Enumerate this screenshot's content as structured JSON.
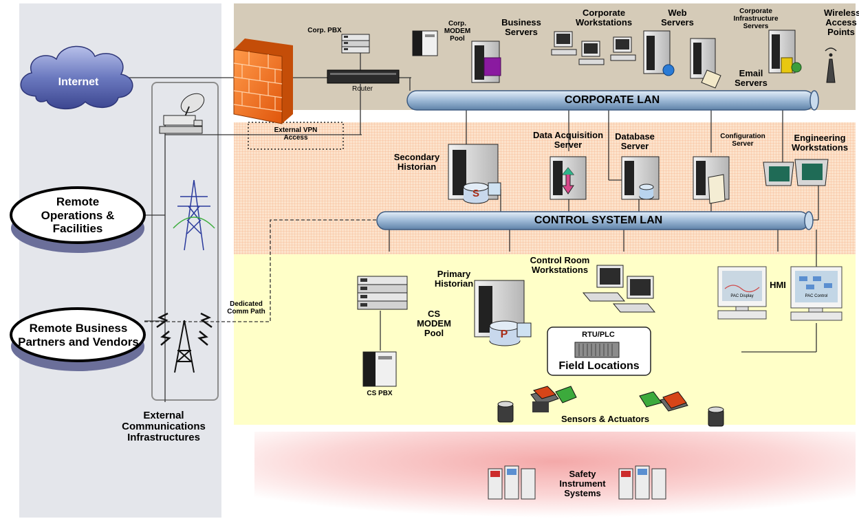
{
  "zones": {
    "external_infra_label": "External Communications Infrastructures"
  },
  "lans": {
    "corporate": "CORPORATE LAN",
    "control": "CONTROL SYSTEM LAN"
  },
  "external": {
    "internet": "Internet",
    "remote_ops": "Remote Operations & Facilities",
    "remote_partners": "Remote Business Partners and Vendors"
  },
  "corporate": {
    "corp_pbx": "Corp. PBX",
    "corp_modem_pool": "Corp. MODEM Pool",
    "business_servers": "Business Servers",
    "corporate_workstations": "Corporate Workstations",
    "web_servers": "Web Servers",
    "corporate_infrastructure_servers": "Corporate Infrastructure Servers",
    "wireless_access_points": "Wireless Access Points",
    "email_servers": "Email Servers",
    "router": "Router",
    "external_vpn_access": "External VPN Access"
  },
  "dmz": {
    "secondary_historian": "Secondary Historian",
    "data_acquisition_server": "Data Acquisition Server",
    "database_server": "Database Server",
    "configuration_server": "Configuration Server",
    "engineering_workstations": "Engineering Workstations",
    "secondary_badge": "S"
  },
  "control": {
    "dedicated_comm_path": "Dedicated Comm Path",
    "cs_modem_pool": "CS MODEM Pool",
    "primary_historian": "Primary Historian",
    "primary_badge": "P",
    "control_room_workstations": "Control Room Workstations",
    "hmi": "HMI",
    "pac_display": "PAC Display",
    "pac_control": "PAC Control",
    "rtu_plc": "RTU/PLC",
    "field_locations": "Field Locations",
    "cs_pbx": "CS PBX",
    "sensors_actuators": "Sensors & Actuators"
  },
  "safety": {
    "safety_instrument_systems": "Safety Instrument Systems"
  },
  "colors": {
    "external_zone": "#e4e6eb",
    "corporate_zone": "#d5cbb8",
    "dmz_zone": "#fbdcc2",
    "control_zone": "#ffffc8",
    "safety_zone": "#f6c9c9",
    "lan_pipe": "#a9c3dd",
    "cloud": "#6e7bb8"
  }
}
